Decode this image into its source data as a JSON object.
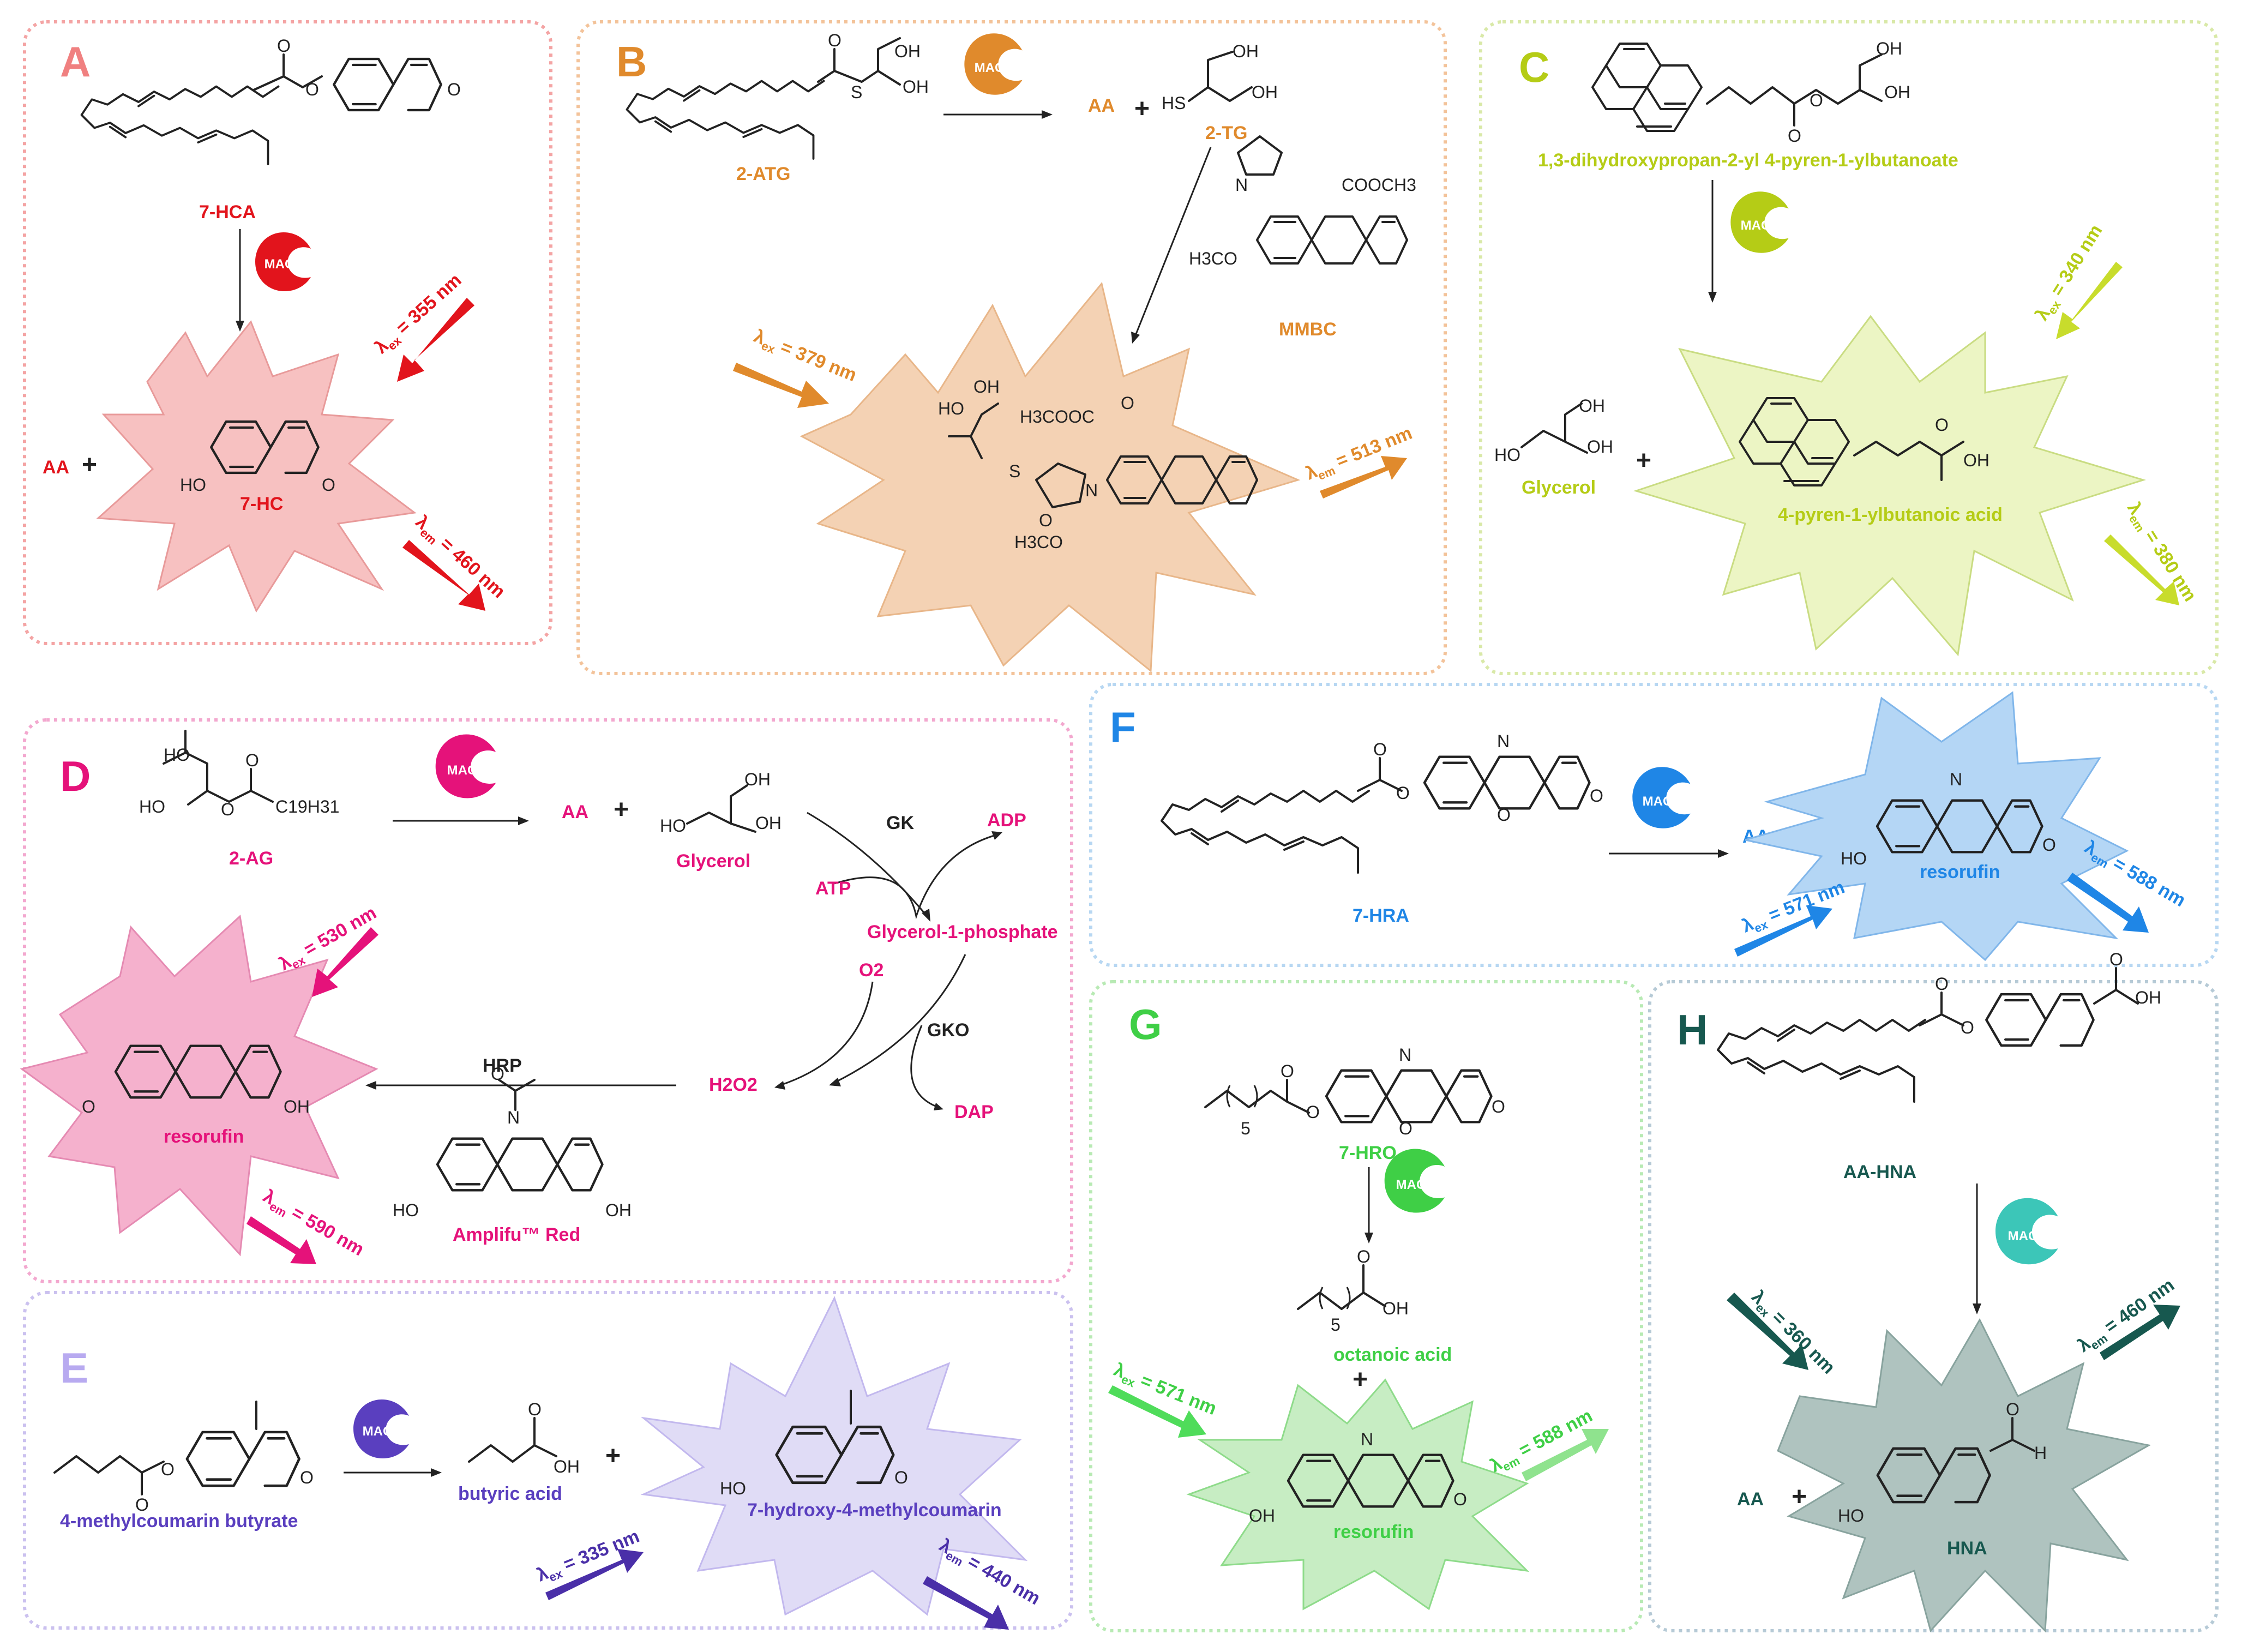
{
  "colors": {
    "A": "#e2141c",
    "B": "#e08a2c",
    "C": "#b5cc16",
    "D": "#e5127a",
    "E": "#5a3fbf",
    "F": "#1f86e6",
    "G": "#3fcf46",
    "H": "#17584f",
    "A_star": "#f7c1c1",
    "B_star": "#f4d2b4",
    "C_star": "#ecf5c4",
    "D_star": "#f5b1cd",
    "E_star": "#e0dcf6",
    "F_star": "#b4d6f5",
    "G_star": "#c7edc3",
    "H_star": "#afc3bf"
  },
  "panels": {
    "A": {
      "letter": "A",
      "enzyme": "MAGL",
      "substrate": "7-HCA",
      "product": "7-HC",
      "byproduct": "AA",
      "plus": "+",
      "excitation": {
        "sym": "λ",
        "sub": "ex",
        "value": " = 355 nm"
      },
      "emission": {
        "sym": "λ",
        "sub": "em",
        "value": " = 460 nm"
      }
    },
    "B": {
      "letter": "B",
      "enzyme": "MAGL",
      "substrate": "2-ATG",
      "product1": "AA",
      "plus": "+",
      "product2": "2-TG",
      "probe": "MMBC",
      "probe_group": "COOCH3",
      "methoxy": "H3CO",
      "adduct_ester": "H3COOC",
      "adduct_methoxy": "H3CO",
      "excitation": {
        "sym": "λ",
        "sub": "ex",
        "value": " = 379 nm"
      },
      "emission": {
        "sym": "λ",
        "sub": "em",
        "value": " = 513 nm"
      }
    },
    "C": {
      "letter": "C",
      "enzyme": "MAGL",
      "substrate": "1,3-dihydroxypropan-2-yl 4-pyren-1-ylbutanoate",
      "byproduct": "Glycerol",
      "plus": "+",
      "product": "4-pyren-1-ylbutanoic acid",
      "excitation": {
        "sym": "λ",
        "sub": "ex",
        "value": " = 340 nm"
      },
      "emission": {
        "sym": "λ",
        "sub": "em",
        "value": " = 380 nm"
      }
    },
    "D": {
      "letter": "D",
      "enzyme": "MAGL",
      "substrate": "2-AG",
      "substrate_chain": "C19H31",
      "product1": "AA",
      "plus": "+",
      "product2": "Glycerol",
      "gk": "GK",
      "atp": "ATP",
      "adp": "ADP",
      "g1p": "Glycerol-1-phosphate",
      "o2": "O2",
      "gko": "GKO",
      "h2o2": "H2O2",
      "dap": "DAP",
      "hrp": "HRP",
      "reagent": "Amplifu™ Red",
      "product": "resorufin",
      "excitation": {
        "sym": "λ",
        "sub": "ex",
        "value": " = 530 nm"
      },
      "emission": {
        "sym": "λ",
        "sub": "em",
        "value": " = 590 nm"
      }
    },
    "E": {
      "letter": "E",
      "enzyme": "MAGL",
      "substrate": "4-methylcoumarin butyrate",
      "byproduct": "butyric acid",
      "plus": "+",
      "product": "7-hydroxy-4-methylcoumarin",
      "excitation": {
        "sym": "λ",
        "sub": "ex",
        "value": " = 335 nm"
      },
      "emission": {
        "sym": "λ",
        "sub": "em",
        "value": " = 440 nm"
      }
    },
    "F": {
      "letter": "F",
      "enzyme": "MAGL",
      "substrate": "7-HRA",
      "byproduct": "AA",
      "plus": "+",
      "product": "resorufin",
      "excitation": {
        "sym": "λ",
        "sub": "ex",
        "value": " = 571 nm"
      },
      "emission": {
        "sym": "λ",
        "sub": "em",
        "value": " = 588 nm"
      }
    },
    "G": {
      "letter": "G",
      "enzyme": "MAGL",
      "substrate": "7-HRO",
      "chain_n": "5",
      "byproduct": "octanoic acid",
      "plus": "+",
      "product": "resorufin",
      "excitation": {
        "sym": "λ",
        "sub": "ex",
        "value": " = 571 nm"
      },
      "emission": {
        "sym": "λ",
        "sub": "em",
        "value": " = 588 nm"
      }
    },
    "H": {
      "letter": "H",
      "enzyme": "MAGL",
      "substrate": "AA-HNA",
      "byproduct": "AA",
      "plus": "+",
      "product": "HNA",
      "excitation": {
        "sym": "λ",
        "sub": "ex",
        "value": " = 360 nm"
      },
      "emission": {
        "sym": "λ",
        "sub": "em",
        "value": " = 460 nm"
      }
    }
  },
  "atoms": {
    "OH": "OH",
    "HO": "HO",
    "O": "O",
    "N": "N",
    "S": "S",
    "HS": "HS",
    "H": "H"
  }
}
